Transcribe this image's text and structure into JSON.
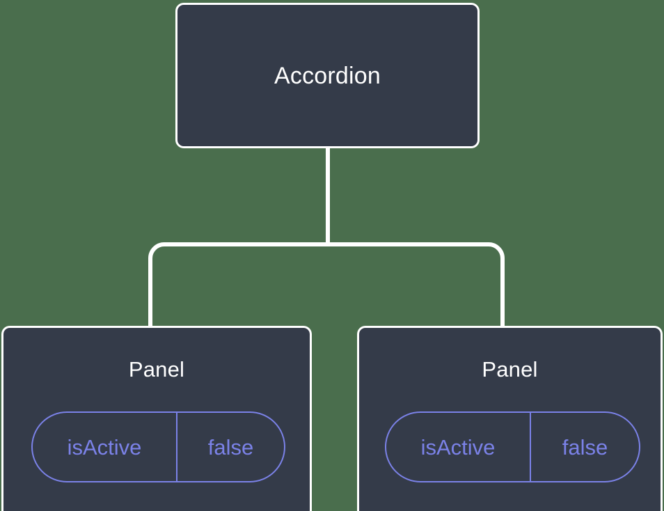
{
  "diagram": {
    "type": "component-tree",
    "background_color": "#4a6e4d",
    "node_fill_color": "#343b49",
    "node_border_color": "#ffffff",
    "connector_color": "#ffffff",
    "prop_accent_color": "#7b82e8",
    "root": {
      "label": "Accordion"
    },
    "children": [
      {
        "label": "Panel",
        "prop": {
          "key": "isActive",
          "value": "false"
        }
      },
      {
        "label": "Panel",
        "prop": {
          "key": "isActive",
          "value": "false"
        }
      }
    ]
  }
}
